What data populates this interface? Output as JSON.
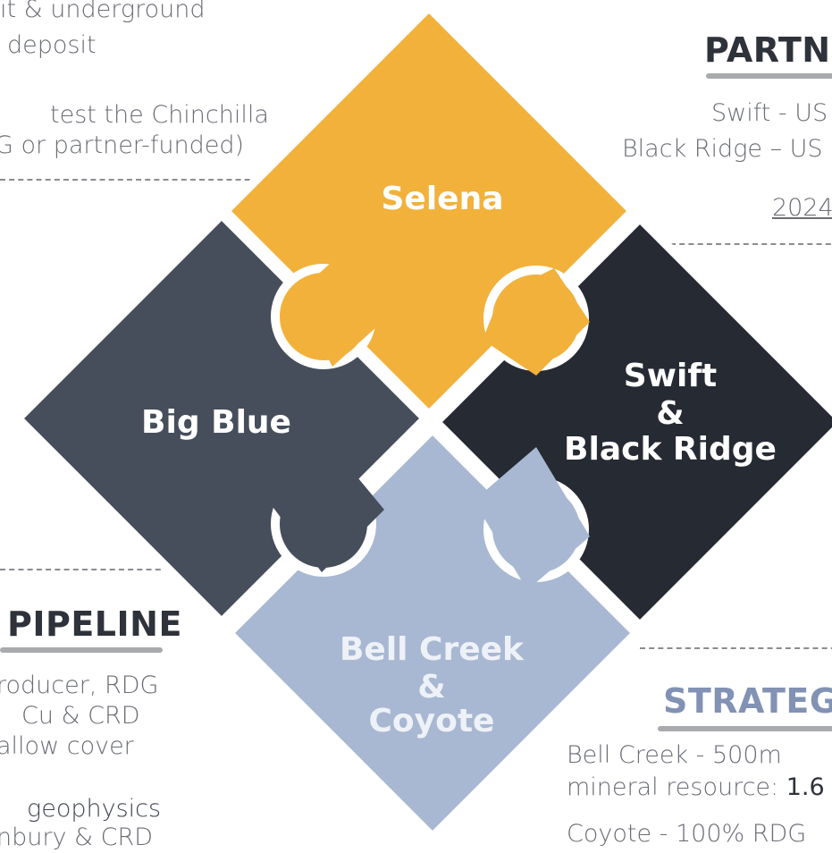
{
  "top_left_block": {
    "line1": "it  &  underground",
    "line2": "deposit",
    "line3": "test  the  Chinchilla",
    "line4": "G or partner-funded)"
  },
  "partners": {
    "heading": "PARTN",
    "line1": "Swift - US",
    "line2": "Black Ridge – US",
    "year": "2024"
  },
  "pipeline": {
    "heading": "PIPELINE",
    "line1": "roducer, RDG",
    "line2": "Cu  &  CRD",
    "line3": "allow cover",
    "line4": "geophysics",
    "line5": "nbury & CRD"
  },
  "strategic": {
    "heading": "STRATEG",
    "line1": "Bell  Creek  -  500m",
    "line2_prefix": "mineral resource: ",
    "line2_value": "1.6",
    "line3": "Coyote  -  100%  RDG"
  },
  "puzzle": {
    "selena": {
      "label": "Selena",
      "color": "#F1B13B"
    },
    "big_blue": {
      "label": "Big Blue",
      "color": "#464E5C"
    },
    "swift": {
      "line1": "Swift",
      "line2": "&",
      "line3": "Black Ridge",
      "color": "#262A32"
    },
    "bell": {
      "line1": "Bell Creek",
      "line2": "&",
      "line3": "Coyote",
      "color": "#A8B8D2"
    }
  },
  "colors": {
    "text": "#3F4450",
    "heading_dark": "#2E323A",
    "heading_blue": "#8192B4",
    "dash": "#8A8C90"
  }
}
